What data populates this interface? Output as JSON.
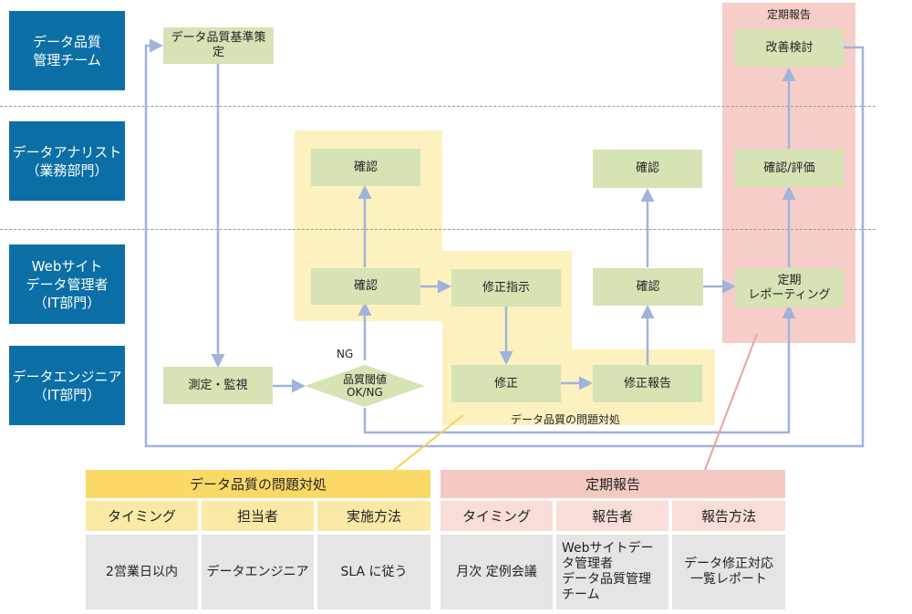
{
  "lanes": [
    {
      "label": "データ品質\n管理チーム"
    },
    {
      "label": "データアナリスト\n（業務部門）"
    },
    {
      "label": "Webサイト\nデータ管理者\n（IT部門）"
    },
    {
      "label": "データエンジニア\n（IT部門）"
    }
  ],
  "zones": {
    "periodic_title": "定期報告",
    "issue_title": "データ品質の問題対処"
  },
  "nodes": {
    "std": "データ品質基準策\n定",
    "measure": "測定・監視",
    "decision": "品質閾値\nOK/NG",
    "ng_label": "NG",
    "confirm_a1": "確認",
    "confirm_w1": "確認",
    "fix_order": "修正指示",
    "fix": "修正",
    "fix_report": "修正報告",
    "confirm_w2": "確認",
    "confirm_a2": "確認",
    "periodic_report": "定期\nレポーティング",
    "confirm_eval": "確認/評価",
    "improve": "改善検討"
  },
  "tables": {
    "issue": {
      "title": "データ品質の問題対処",
      "headers": [
        "タイミング",
        "担当者",
        "実施方法"
      ],
      "cells": [
        "2営業日以内",
        "データエンジニア",
        "SLA に従う"
      ]
    },
    "periodic": {
      "title": "定期報告",
      "headers": [
        "タイミング",
        "報告者",
        "報告方法"
      ],
      "cells": [
        "月次 定例会議",
        "Webサイトデー\nタ管理者\nデータ品質管理\nチーム",
        "データ修正対応\n一覧レポート"
      ]
    }
  },
  "colors": {
    "lane": "#0b6fa6",
    "node": "#d5e3b5",
    "arrow": "#9fb3dc",
    "issue_zone": "#fdf1c0",
    "periodic_zone": "#f6cdc8",
    "issue_header": "#fad967",
    "periodic_header": "#f3c9c2",
    "cell": "#e5e5e5"
  }
}
